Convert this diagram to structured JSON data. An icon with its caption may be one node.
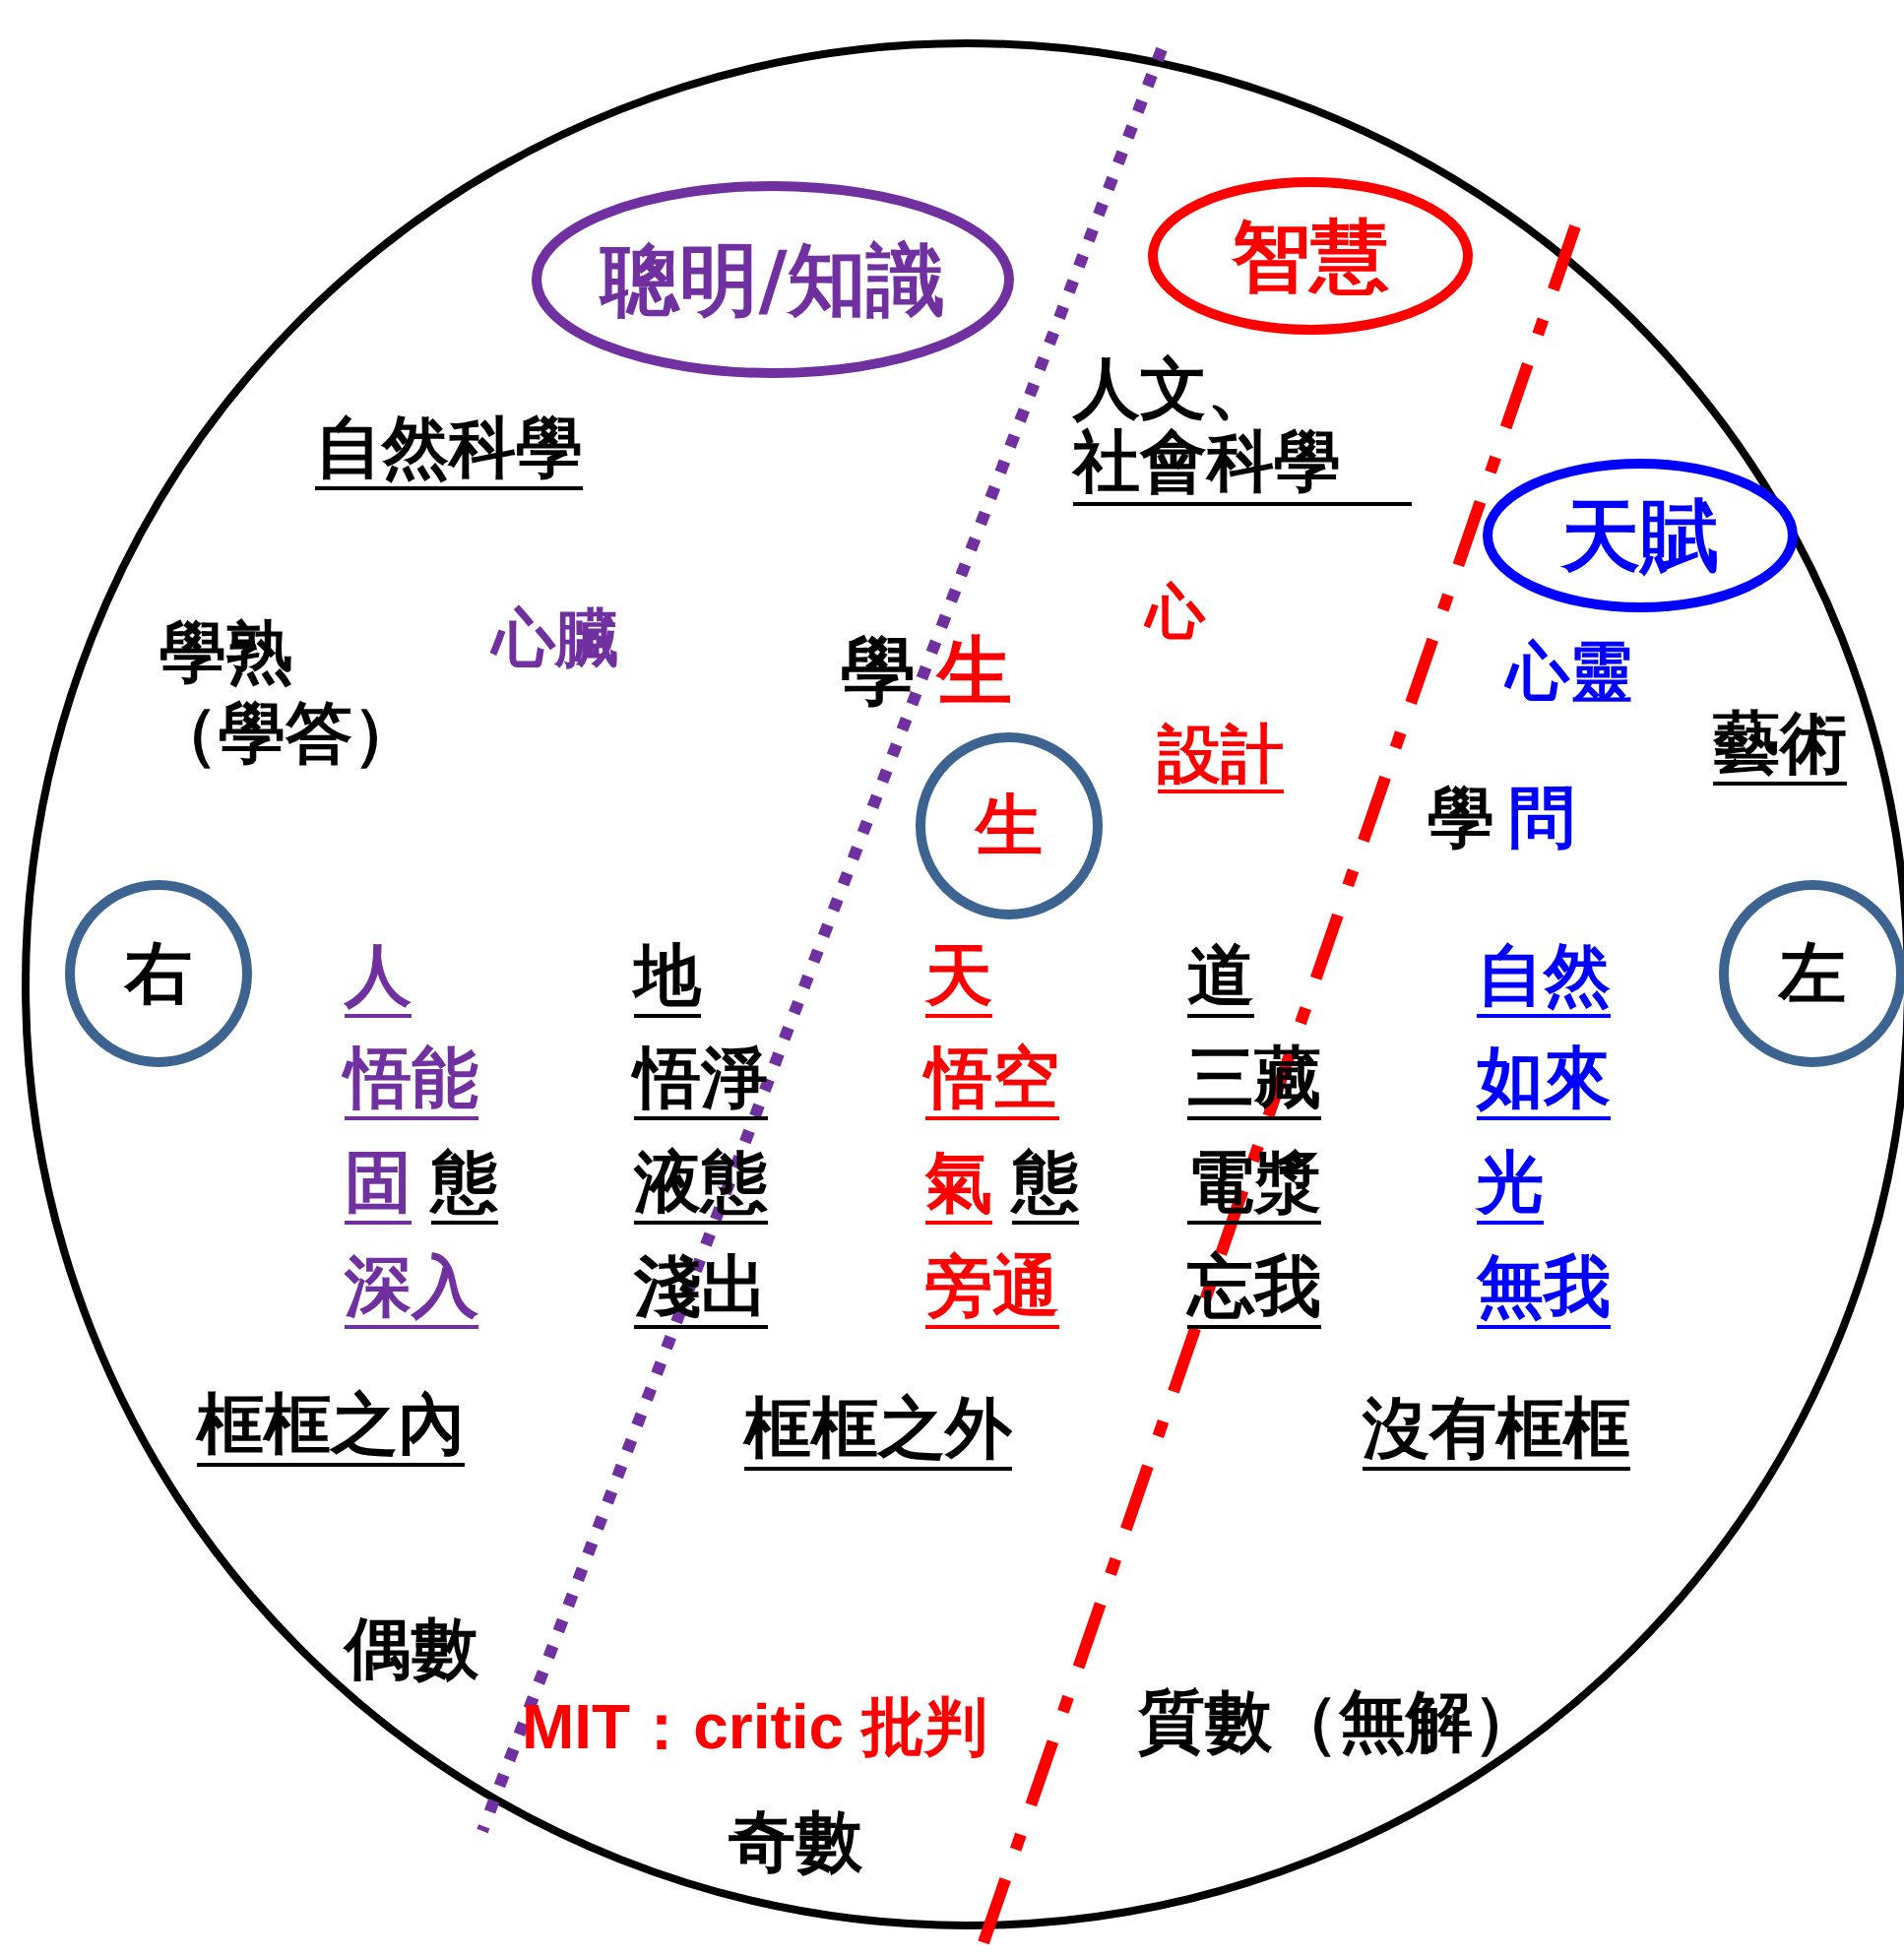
{
  "diagram": {
    "nodes": [
      {
        "text": [
          "聰明/知識"
        ]
      },
      {
        "text": [
          "智慧"
        ]
      },
      {
        "text": [
          "天賦"
        ]
      },
      {
        "text": [
          "生"
        ]
      },
      {
        "text": [
          "右"
        ]
      },
      {
        "text": [
          "左"
        ]
      }
    ],
    "labels": [
      "自然科學",
      "人文、社會科學",
      "學熟（學答）",
      "心臟",
      "學",
      "生",
      "心",
      "設計",
      "心靈",
      "藝術",
      "學",
      "問",
      "人",
      "地",
      "天",
      "道",
      "自然",
      "悟能",
      "悟淨",
      "悟空",
      "三藏",
      "如來",
      "固",
      "態",
      "液態",
      "氣",
      "態",
      "電漿",
      "光",
      "深入",
      "淺出",
      "旁通",
      "忘我",
      "無我",
      "框框之內",
      "框框之外",
      "沒有框框",
      "偶數",
      "MIT：critic 批判",
      "質數（無解）",
      "奇數"
    ]
  }
}
